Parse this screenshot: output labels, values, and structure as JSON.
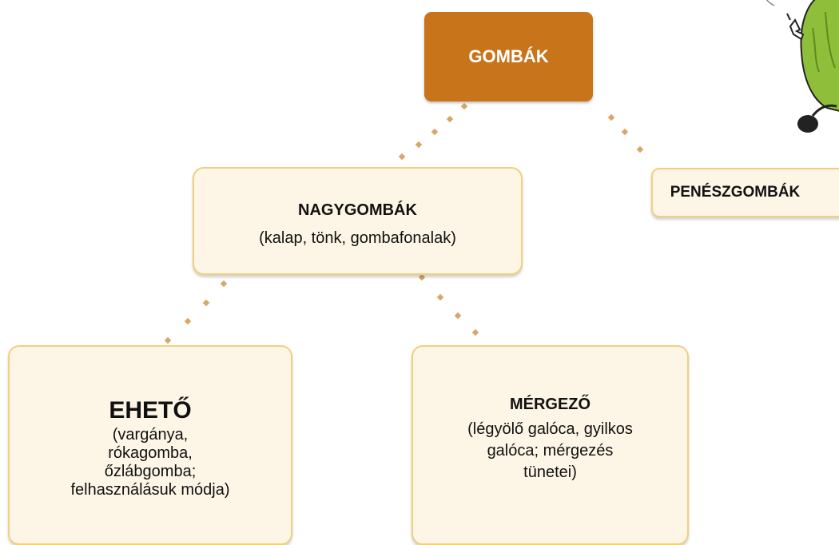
{
  "root": {
    "label": "GOMBÁK"
  },
  "nagygombak": {
    "title": "NAGYGOMBÁK",
    "description": "(kalap, tönk, gombafonalak)"
  },
  "penesz": {
    "title": "PENÉSZGOMBÁK"
  },
  "eheto": {
    "title": "EHETŐ",
    "description": "(vargánya, rókagomba, őzlábgomba; felhasználásuk módja)"
  },
  "merges": {
    "title": "MÉRGEZŐ",
    "description": "(légyölő galóca, gyilkos galóca; mérgezés tünetei)"
  },
  "colors": {
    "root_fill": "#c8741a",
    "card_fill": "#fdf6e6",
    "card_border": "#f2cf7f",
    "connector": "#d9a66a",
    "mascot_green": "#8fbf3a"
  },
  "icons": [
    "mushroom-mascot-illustration"
  ]
}
